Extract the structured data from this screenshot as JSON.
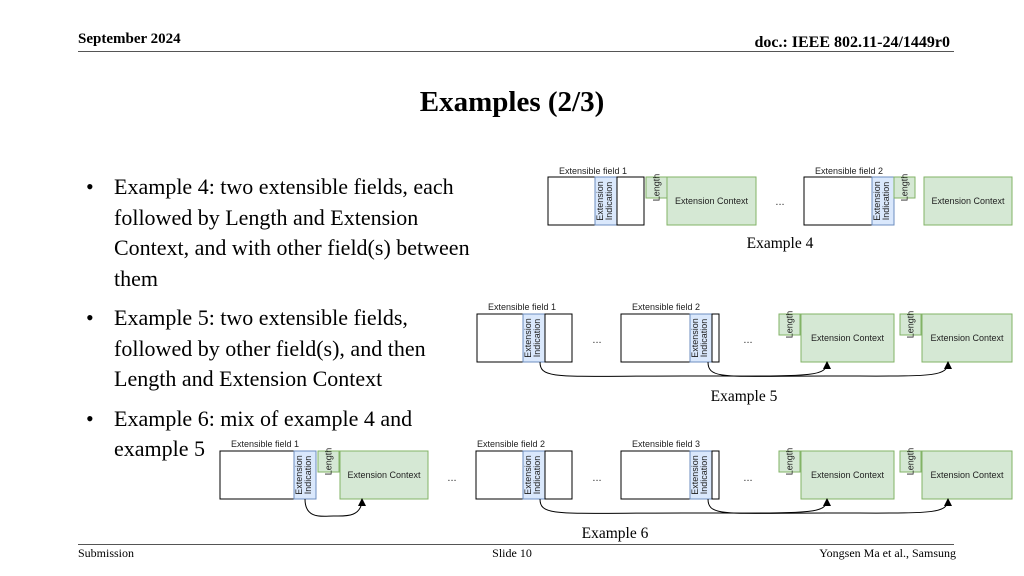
{
  "header": {
    "date": "September 2024",
    "doc": "doc.: IEEE 802.11-24/1449r0"
  },
  "title": "Examples (2/3)",
  "bullets": [
    "Example 4: two extensible fields, each followed by Length and Extension Context, and with other field(s) between them",
    "Example 5: two extensible fields, followed by other field(s), and then Length and Extension Context",
    "Example 6: mix of example 4 and example 5"
  ],
  "bullet_symbol": "•",
  "diagram": {
    "extensible_field_1": "Extensible field 1",
    "extensible_field_2": "Extensible field 2",
    "extensible_field_3": "Extensible field 3",
    "extension_indication_line1": "Extension",
    "extension_indication_line2": "Indication",
    "length": "Length",
    "extension_context": "Extension Context",
    "ellipsis": "...",
    "captions": {
      "example4": "Example 4",
      "example5": "Example 5",
      "example6": "Example 6"
    }
  },
  "colors": {
    "green_fill": "#d5e8d4",
    "green_stroke": "#82b366",
    "blue_fill": "#dae8fc",
    "blue_stroke": "#6c8ebf"
  },
  "footer": {
    "left": "Submission",
    "center": "Slide 10",
    "right": "Yongsen Ma et al., Samsung"
  }
}
